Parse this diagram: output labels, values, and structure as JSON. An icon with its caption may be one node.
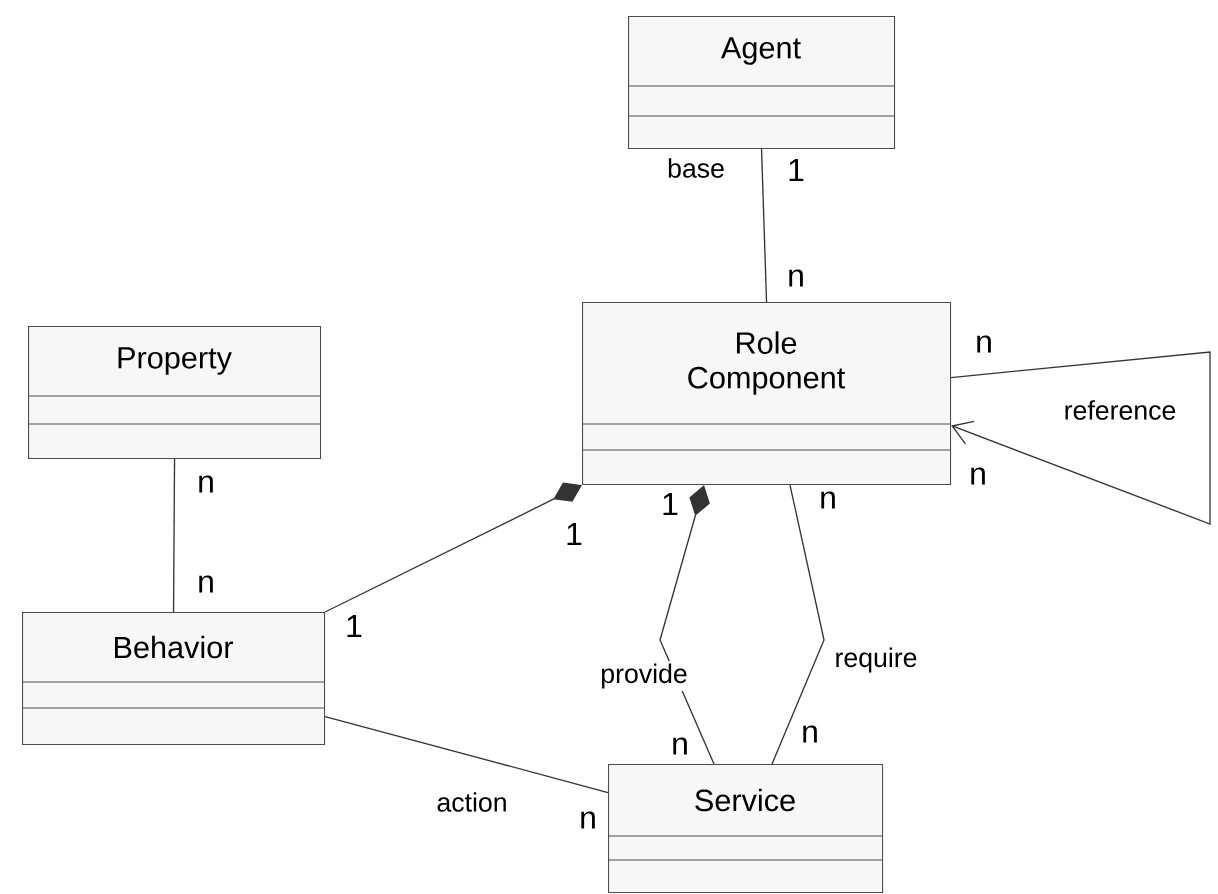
{
  "diagram": {
    "nodes": [
      {
        "text": [
          "Agent"
        ]
      },
      {
        "text": [
          "Role Component"
        ]
      },
      {
        "text": [
          "Property"
        ]
      },
      {
        "text": [
          "Behavior"
        ]
      },
      {
        "text": [
          "Service"
        ]
      }
    ],
    "edges": [
      {
        "from": 0,
        "to": 1,
        "arrow": "none",
        "label": "base"
      },
      {
        "from": 1,
        "to": 1,
        "arrow": "to",
        "label": "reference"
      },
      {
        "from": 1,
        "to": 3,
        "arrow": "other"
      },
      {
        "from": 1,
        "to": 4,
        "arrow": "other",
        "label": "provide"
      },
      {
        "from": 1,
        "to": 4,
        "arrow": "none",
        "label": "require"
      },
      {
        "from": 2,
        "to": 3,
        "arrow": "none"
      },
      {
        "from": 3,
        "to": 4,
        "arrow": "none",
        "label": "action"
      }
    ],
    "labels": [
      "1",
      "n",
      "n",
      "n",
      "n",
      "1",
      "n",
      "1",
      "n",
      "1",
      "n",
      "n",
      "n"
    ]
  }
}
